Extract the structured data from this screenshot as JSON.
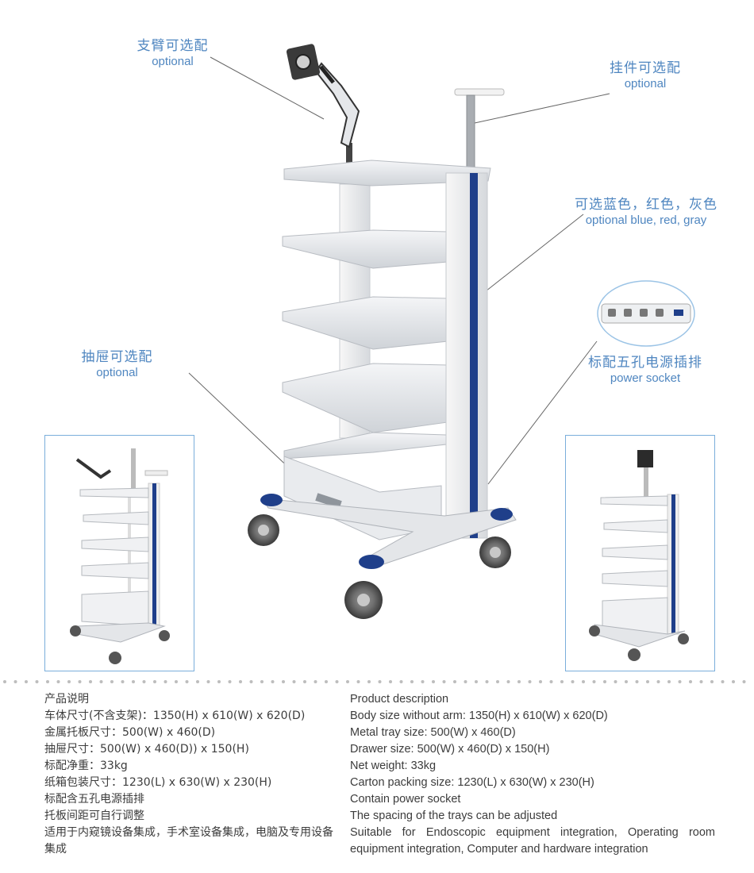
{
  "callouts": {
    "arm": {
      "zh": "支臂可选配",
      "en": "optional"
    },
    "hook": {
      "zh": "挂件可选配",
      "en": "optional"
    },
    "color": {
      "zh": "可选蓝色，红色，灰色",
      "en": "optional blue, red, gray"
    },
    "socket": {
      "zh": "标配五孔电源插排",
      "en": "power socket"
    },
    "drawer": {
      "zh": "抽屉可选配",
      "en": "optional"
    }
  },
  "colors": {
    "accent_blue": "#1f3f8a",
    "label_blue": "#4f86c0",
    "frame_blue": "#7aaedb",
    "cart_white": "#ececec"
  },
  "spec_zh": {
    "title": "产品说明",
    "lines": [
      "车体尺寸(不含支架)：1350(H) x 610(W) x 620(D)",
      "金属托板尺寸：500(W) x 460(D)",
      "抽屉尺寸：500(W) x 460(D)) x 150(H)",
      "标配净重：33kg",
      "纸箱包装尺寸：1230(L) x 630(W) x 230(H)",
      "标配含五孔电源插排",
      "托板间距可自行调整",
      "适用于内窥镜设备集成，手术室设备集成，电脑及专用设备集成"
    ]
  },
  "spec_en": {
    "title": "Product description",
    "lines": [
      "Body size without arm: 1350(H) x 610(W) x 620(D)",
      "Metal tray size: 500(W) x 460(D)",
      "Drawer size: 500(W) x 460(D) x 150(H)",
      "Net weight: 33kg",
      "Carton packing size: 1230(L) x 630(W) x 230(H)",
      "Contain power socket",
      "The spacing of the trays can be adjusted",
      "Suitable for Endoscopic equipment integration, Operating room equipment integration, Computer and hardware integration"
    ]
  }
}
